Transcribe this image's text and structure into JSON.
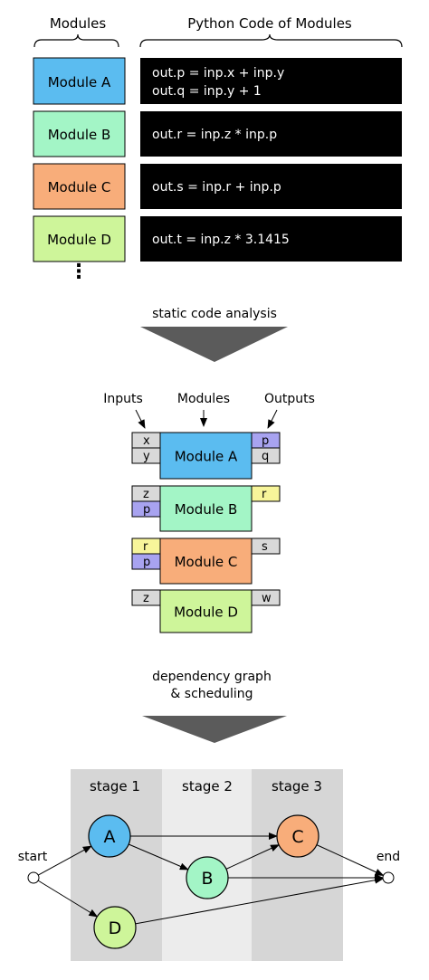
{
  "headers": {
    "modules": "Modules",
    "python_code": "Python Code of Modules"
  },
  "modules": [
    {
      "id": "A",
      "label": "Module A",
      "color": "#5bbcf0",
      "code": [
        "out.p = inp.x + inp.y",
        "out.q = inp.y + 1"
      ]
    },
    {
      "id": "B",
      "label": "Module B",
      "color": "#a3f5c6",
      "code": [
        "out.r = inp.z * inp.p"
      ]
    },
    {
      "id": "C",
      "label": "Module C",
      "color": "#f8ad7a",
      "code": [
        "out.s = inp.r + inp.p"
      ]
    },
    {
      "id": "D",
      "label": "Module D",
      "color": "#cef59a",
      "code": [
        "out.t = inp.z * 3.1415"
      ]
    }
  ],
  "ellipsis": "⋮",
  "step1_label": "static code analysis",
  "io_headers": {
    "inputs": "Inputs",
    "modules": "Modules",
    "outputs": "Outputs"
  },
  "io_modules": [
    {
      "label": "Module A",
      "inputs": [
        {
          "name": "x",
          "color": "#d9d9d9"
        },
        {
          "name": "y",
          "color": "#d9d9d9"
        }
      ],
      "outputs": [
        {
          "name": "p",
          "color": "#a8a3f0"
        },
        {
          "name": "q",
          "color": "#d9d9d9"
        }
      ]
    },
    {
      "label": "Module B",
      "inputs": [
        {
          "name": "z",
          "color": "#d9d9d9"
        },
        {
          "name": "p",
          "color": "#a8a3f0"
        }
      ],
      "outputs": [
        {
          "name": "r",
          "color": "#f7f59a"
        }
      ]
    },
    {
      "label": "Module C",
      "inputs": [
        {
          "name": "r",
          "color": "#f7f59a"
        },
        {
          "name": "p",
          "color": "#a8a3f0"
        }
      ],
      "outputs": [
        {
          "name": "s",
          "color": "#d9d9d9"
        }
      ]
    },
    {
      "label": "Module D",
      "inputs": [
        {
          "name": "z",
          "color": "#d9d9d9"
        }
      ],
      "outputs": [
        {
          "name": "w",
          "color": "#d9d9d9"
        }
      ]
    }
  ],
  "step2_label": [
    "dependency graph",
    "& scheduling"
  ],
  "stages": [
    "stage 1",
    "stage 2",
    "stage 3"
  ],
  "graph": {
    "start": "start",
    "end": "end",
    "nodes": [
      "A",
      "B",
      "C",
      "D"
    ],
    "edges": [
      [
        "start",
        "A"
      ],
      [
        "start",
        "D"
      ],
      [
        "A",
        "C"
      ],
      [
        "A",
        "B"
      ],
      [
        "B",
        "C"
      ],
      [
        "B",
        "end"
      ],
      [
        "C",
        "end"
      ],
      [
        "D",
        "end"
      ]
    ]
  },
  "colors": {
    "stage_dark": "#d6d6d6",
    "stage_light": "#ececec",
    "arrow": "#5b5b5b",
    "code_bg": "#000000"
  }
}
